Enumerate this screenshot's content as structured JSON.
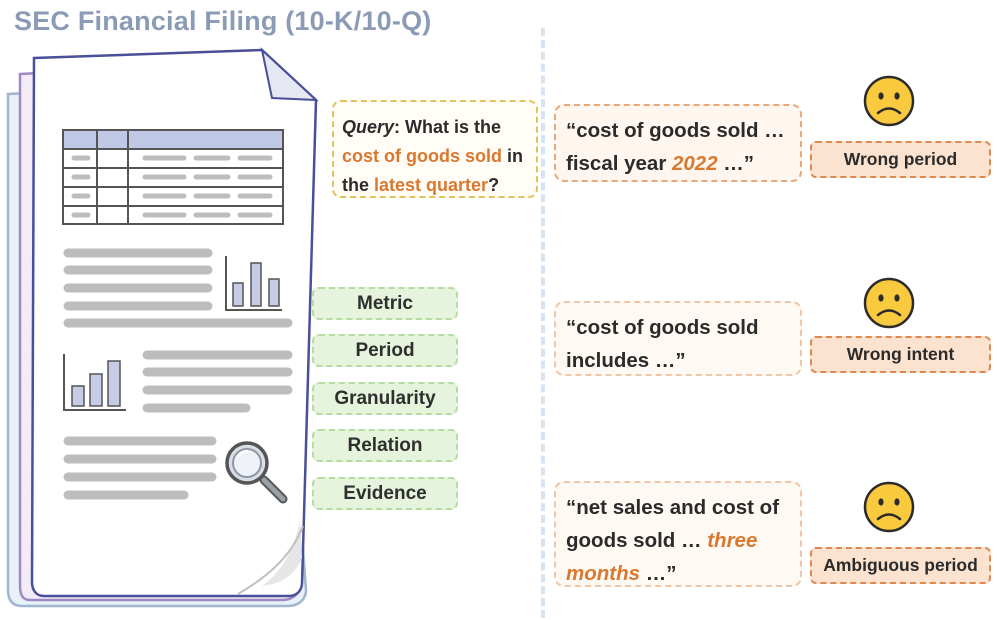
{
  "title": "SEC Financial Filing (10-K/10-Q)",
  "query": {
    "label": "Query",
    "part1": ": What is the",
    "hl1": "cost of goods sold",
    "part2": " in the ",
    "hl2": "latest quarter",
    "part3": "?"
  },
  "aspects": [
    "Metric",
    "Period",
    "Granularity",
    "Relation",
    "Evidence"
  ],
  "passages": [
    {
      "text1": "“cost of goods sold …",
      "text2": "fiscal year ",
      "highlight": "2022",
      "text3": " …”"
    },
    {
      "text1": "“cost of goods sold",
      "text2": "includes …”"
    },
    {
      "text1": "“net sales and cost of",
      "text2": "goods sold … ",
      "highlight": "three",
      "highlight2": "months",
      "text3": " …”"
    }
  ],
  "errors": [
    "Wrong period",
    "Wrong intent",
    "Ambiguous period"
  ],
  "icons": {
    "face": "sad-face-icon",
    "magnifier": "magnifying-glass-icon",
    "bar_chart": "bar-chart-icon",
    "table": "table-icon",
    "document": "document-icon"
  },
  "colors": {
    "title": "#8b9bb5",
    "highlight": "#d9782f",
    "query_border": "#e2c25a",
    "aspect_fill": "#e6f4de",
    "aspect_border": "#b6dca4",
    "passage_border": "#e7a87a",
    "error_fill": "#fbe3cf",
    "error_border": "#dd8a52",
    "face_fill": "#f9c93e"
  }
}
